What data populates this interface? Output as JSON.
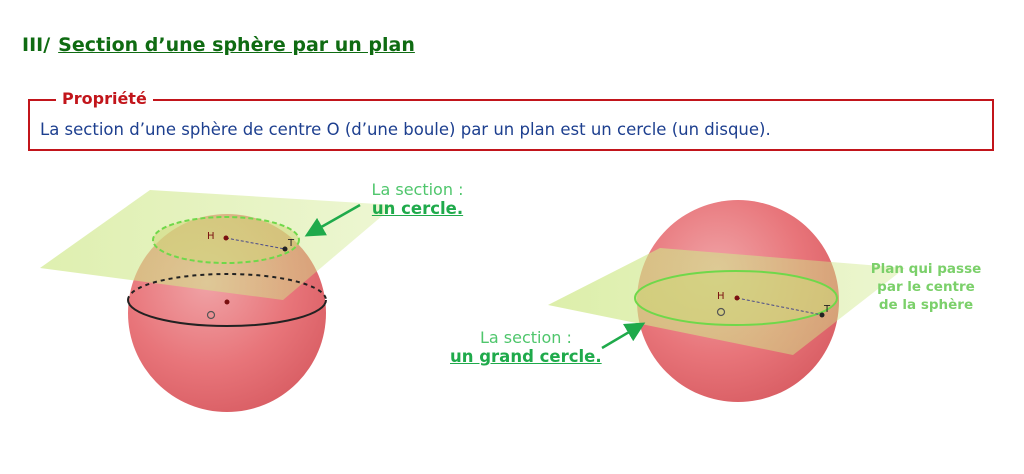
{
  "heading": {
    "number": "III/",
    "title": "Section d’une sphère par un plan"
  },
  "property": {
    "label": "Propriété",
    "text": "La section d’une sphère de centre O (d’une boule) par un plan est un cercle (un disque)."
  },
  "figure1": {
    "points": {
      "H": "H",
      "T": "T",
      "O": "O"
    },
    "caption_small": "La section :",
    "caption_big": "un cercle."
  },
  "figure2": {
    "points": {
      "H": "H",
      "T": "T",
      "O": "O"
    },
    "caption_small": "La section :",
    "caption_big": "un grand cercle.",
    "side_note": "Plan qui passe par le centre de la sphère"
  },
  "colors": {
    "heading": "#0f6b12",
    "property_border": "#c2151b",
    "property_text": "#1d3f8f",
    "sphere": "#e8757a",
    "plane": "#c7e27a",
    "section_edge": "#6fd84a",
    "caption_small": "#4fc66c",
    "caption_big": "#1faa4b"
  }
}
